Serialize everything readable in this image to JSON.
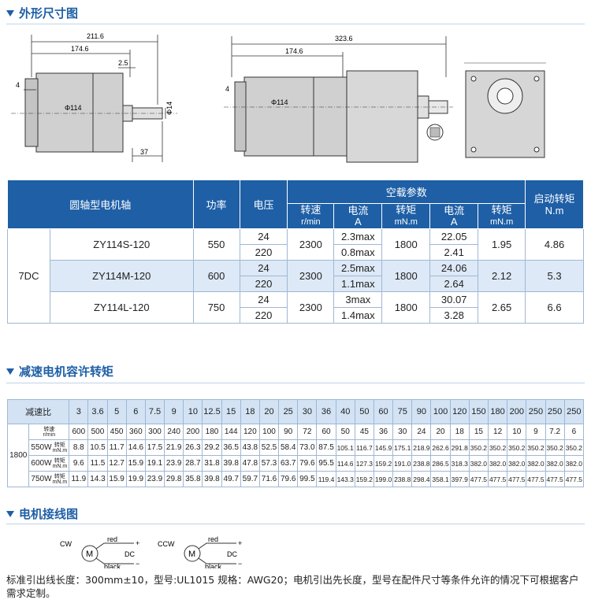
{
  "section1": {
    "title": "外形尺寸图"
  },
  "drawing_left": {
    "d1": "211.6",
    "d2": "174.6",
    "d3": "2.5",
    "d4": "4",
    "d5": "Φ114",
    "d6": "Φ14",
    "d7": "37"
  },
  "drawing_mid": {
    "d1": "323.6",
    "d2": "174.6",
    "d3": "4",
    "d4": "Φ114"
  },
  "table1": {
    "headers": {
      "shaft": "圆轴型电机轴",
      "power": "功率",
      "voltage": "电压",
      "noload": "空载参数",
      "speed": "转速",
      "speed_unit": "r/min",
      "current": "电流",
      "current_unit": "A",
      "torque": "转矩",
      "torque_unit": "mN.m",
      "current2": "电流",
      "current2_unit": "A",
      "torque2": "转矩",
      "torque2_unit": "mN.m",
      "start": "启动转矩",
      "start_unit": "N.m"
    },
    "group": "7DC",
    "rows": [
      {
        "model": "ZY114S-120",
        "power": "550",
        "v1": "24",
        "v2": "220",
        "speed": "2300",
        "c1": "2.3max",
        "c2": "0.8max",
        "torque": "1800",
        "lc1": "22.05",
        "lc2": "2.41",
        "ltorque": "1.95",
        "start": "4.86"
      },
      {
        "model": "ZY114M-120",
        "power": "600",
        "v1": "24",
        "v2": "220",
        "speed": "2300",
        "c1": "2.5max",
        "c2": "1.1max",
        "torque": "1800",
        "lc1": "24.06",
        "lc2": "2.64",
        "ltorque": "2.12",
        "start": "5.3"
      },
      {
        "model": "ZY114L-120",
        "power": "750",
        "v1": "24",
        "v2": "220",
        "speed": "2300",
        "c1": "3max",
        "c2": "1.4max",
        "torque": "1800",
        "lc1": "30.07",
        "lc2": "3.28",
        "ltorque": "2.65",
        "start": "6.6"
      }
    ]
  },
  "section2": {
    "title": "减速电机容许转矩"
  },
  "table2": {
    "ratio_label": "减速比",
    "ratios": [
      "3",
      "3.6",
      "5",
      "6",
      "7.5",
      "9",
      "10",
      "12.5",
      "15",
      "18",
      "20",
      "25",
      "30",
      "36",
      "40",
      "50",
      "60",
      "75",
      "90",
      "100",
      "120",
      "150",
      "180",
      "200",
      "250",
      "250",
      "250"
    ],
    "group": "1800",
    "speed_label": [
      "转速",
      "r/min"
    ],
    "speeds": [
      "600",
      "500",
      "450",
      "360",
      "300",
      "240",
      "200",
      "180",
      "144",
      "120",
      "100",
      "90",
      "72",
      "60",
      "50",
      "45",
      "36",
      "30",
      "24",
      "20",
      "18",
      "15",
      "12",
      "10",
      "9",
      "7.2",
      "6"
    ],
    "rows": [
      {
        "label": "550W",
        "unit": [
          "转矩",
          "mN.m"
        ],
        "values": [
          "8.8",
          "10.5",
          "11.7",
          "14.6",
          "17.5",
          "21.9",
          "26.3",
          "29.2",
          "36.5",
          "43.8",
          "52.5",
          "58.4",
          "73.0",
          "87.5",
          "105.1",
          "116.7",
          "145.9",
          "175.1",
          "218.9",
          "262.6",
          "291.8",
          "350.2",
          "350.2",
          "350.2",
          "350.2",
          "350.2",
          "350.2"
        ]
      },
      {
        "label": "600W",
        "unit": [
          "转矩",
          "mN.m"
        ],
        "values": [
          "9.6",
          "11.5",
          "12.7",
          "15.9",
          "19.1",
          "23.9",
          "28.7",
          "31.8",
          "39.8",
          "47.8",
          "57.3",
          "63.7",
          "79.6",
          "95.5",
          "114.6",
          "127.3",
          "159.2",
          "191.0",
          "238.8",
          "286.5",
          "318.3",
          "382.0",
          "382.0",
          "382.0",
          "382.0",
          "382.0",
          "382.0"
        ]
      },
      {
        "label": "750W",
        "unit": [
          "转矩",
          "mN.m"
        ],
        "values": [
          "11.9",
          "14.3",
          "15.9",
          "19.9",
          "23.9",
          "29.8",
          "35.8",
          "39.8",
          "49.7",
          "59.7",
          "71.6",
          "79.6",
          "99.5",
          "119.4",
          "143.3",
          "159.2",
          "199.0",
          "238.8",
          "298.4",
          "358.1",
          "397.9",
          "477.5",
          "477.5",
          "477.5",
          "477.5",
          "477.5",
          "477.5"
        ]
      }
    ]
  },
  "section3": {
    "title": "电机接线图"
  },
  "wiring": {
    "cw": {
      "dir": "CW",
      "motor": "M",
      "red": "red",
      "black": "black",
      "dc": "DC",
      "plus": "+",
      "minus": "−"
    },
    "ccw": {
      "dir": "CCW",
      "motor": "M",
      "red": "red",
      "black": "black",
      "dc": "DC",
      "plus": "+",
      "minus": "−"
    }
  },
  "note": "标准引出线长度：300mm±10，型号:UL1015 规格：AWG20；电机引出先长度，型号在配件尺寸等条件允许的情况下可根据客户需求定制。"
}
